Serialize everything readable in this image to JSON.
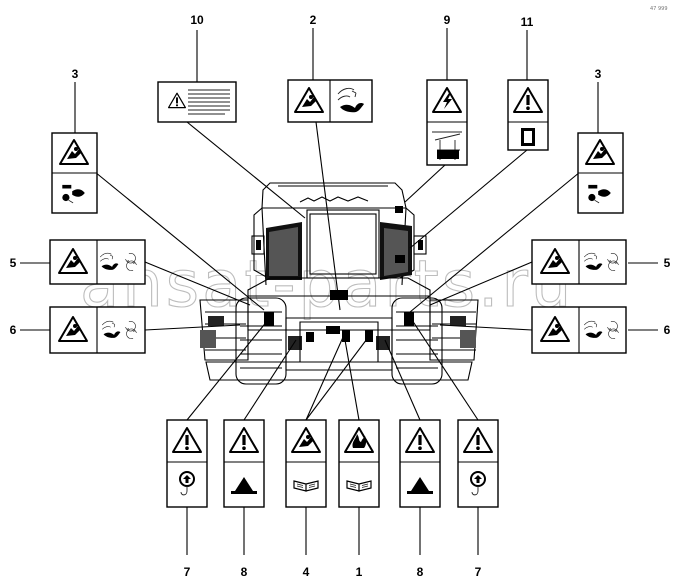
{
  "watermark": "ansat-parts.ru",
  "corner_code": "47 999",
  "callouts": [
    {
      "id": "c10",
      "label": "10"
    },
    {
      "id": "c2",
      "label": "2"
    },
    {
      "id": "c9",
      "label": "9"
    },
    {
      "id": "c11",
      "label": "11"
    },
    {
      "id": "c3a",
      "label": "3"
    },
    {
      "id": "c3b",
      "label": "3"
    },
    {
      "id": "c5a",
      "label": "5"
    },
    {
      "id": "c5b",
      "label": "5"
    },
    {
      "id": "c6a",
      "label": "6"
    },
    {
      "id": "c6b",
      "label": "6"
    },
    {
      "id": "c7a",
      "label": "7"
    },
    {
      "id": "c8a",
      "label": "8"
    },
    {
      "id": "c4",
      "label": "4"
    },
    {
      "id": "c1",
      "label": "1"
    },
    {
      "id": "c8b",
      "label": "8"
    },
    {
      "id": "c7b",
      "label": "7"
    }
  ],
  "decal_icons": [
    "warning-text-label",
    "crush-hazard-warning",
    "electrical-hazard-warning",
    "read-manual-warning",
    "fall-hazard-warning",
    "entanglement-hazard-warning",
    "lifting-point-decal",
    "jack-point-decal",
    "operator-manual-icon"
  ]
}
